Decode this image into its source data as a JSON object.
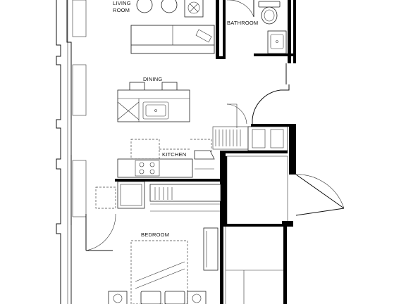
{
  "rooms": {
    "living_room": {
      "line1": "LIVING",
      "line2": "ROOM"
    },
    "bathroom": "BATHROOM",
    "dining": "DINING",
    "kitchen": "KITCHEN",
    "bedroom": "BEDROOM"
  }
}
